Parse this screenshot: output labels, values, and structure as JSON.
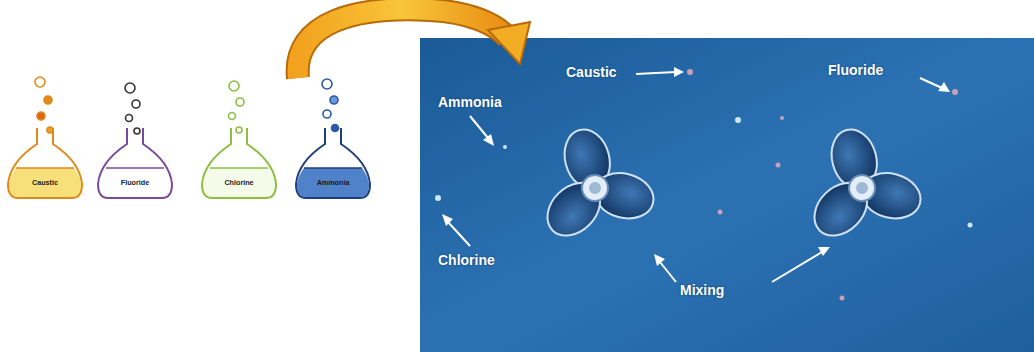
{
  "diagram": {
    "nodes": [
      {
        "text": [
          "Caustic"
        ]
      },
      {
        "text": [
          "Fluoride"
        ]
      },
      {
        "text": [
          "Chlorine"
        ]
      },
      {
        "text": [
          "Ammonia"
        ]
      }
    ],
    "labels": [
      "Caustic",
      "Fluoride",
      "Ammonia",
      "Chlorine",
      "Mixing"
    ]
  }
}
